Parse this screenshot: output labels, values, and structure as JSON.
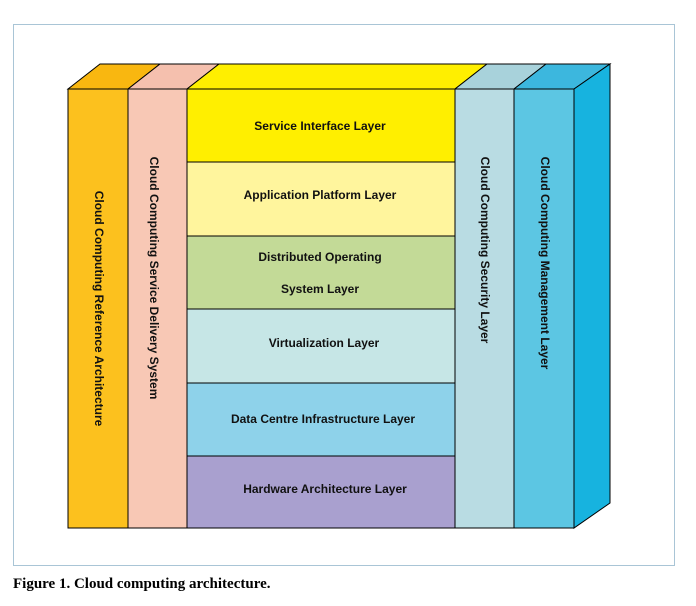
{
  "layers": [
    {
      "label": "Service Interface Layer",
      "color": "#ffef00"
    },
    {
      "label": "Application Platform Layer",
      "color": "#fff59d"
    },
    {
      "label": "Distributed Operating System Layer",
      "line1": "Distributed Operating",
      "line2": "System Layer",
      "color": "#c3da97"
    },
    {
      "label": "Virtualization Layer",
      "color": "#c6e6e6"
    },
    {
      "label": "Data Centre Infrastructure Layer",
      "color": "#8ed2ea"
    },
    {
      "label": "Hardware Architecture Layer",
      "color": "#a9a0cf"
    }
  ],
  "left_columns": [
    {
      "label": "Cloud Computing Reference Architecture",
      "color": "#fcc11e",
      "top_color": "#f9b710"
    },
    {
      "label": "Cloud Computing Service Delivery System",
      "color": "#f8c8b5",
      "top_color": "#f5c0ae"
    }
  ],
  "right_columns": [
    {
      "label": "Cloud Computing Security Layer",
      "color": "#b9dce3",
      "top_color": "#a8d2db"
    },
    {
      "label": "Cloud Computing Management Layer",
      "color": "#5cc6e3",
      "top_color": "#3cb7de",
      "side_color": "#17b3df"
    }
  ],
  "top_face_color": "#ffef00",
  "caption": "Figure 1. Cloud computing architecture."
}
